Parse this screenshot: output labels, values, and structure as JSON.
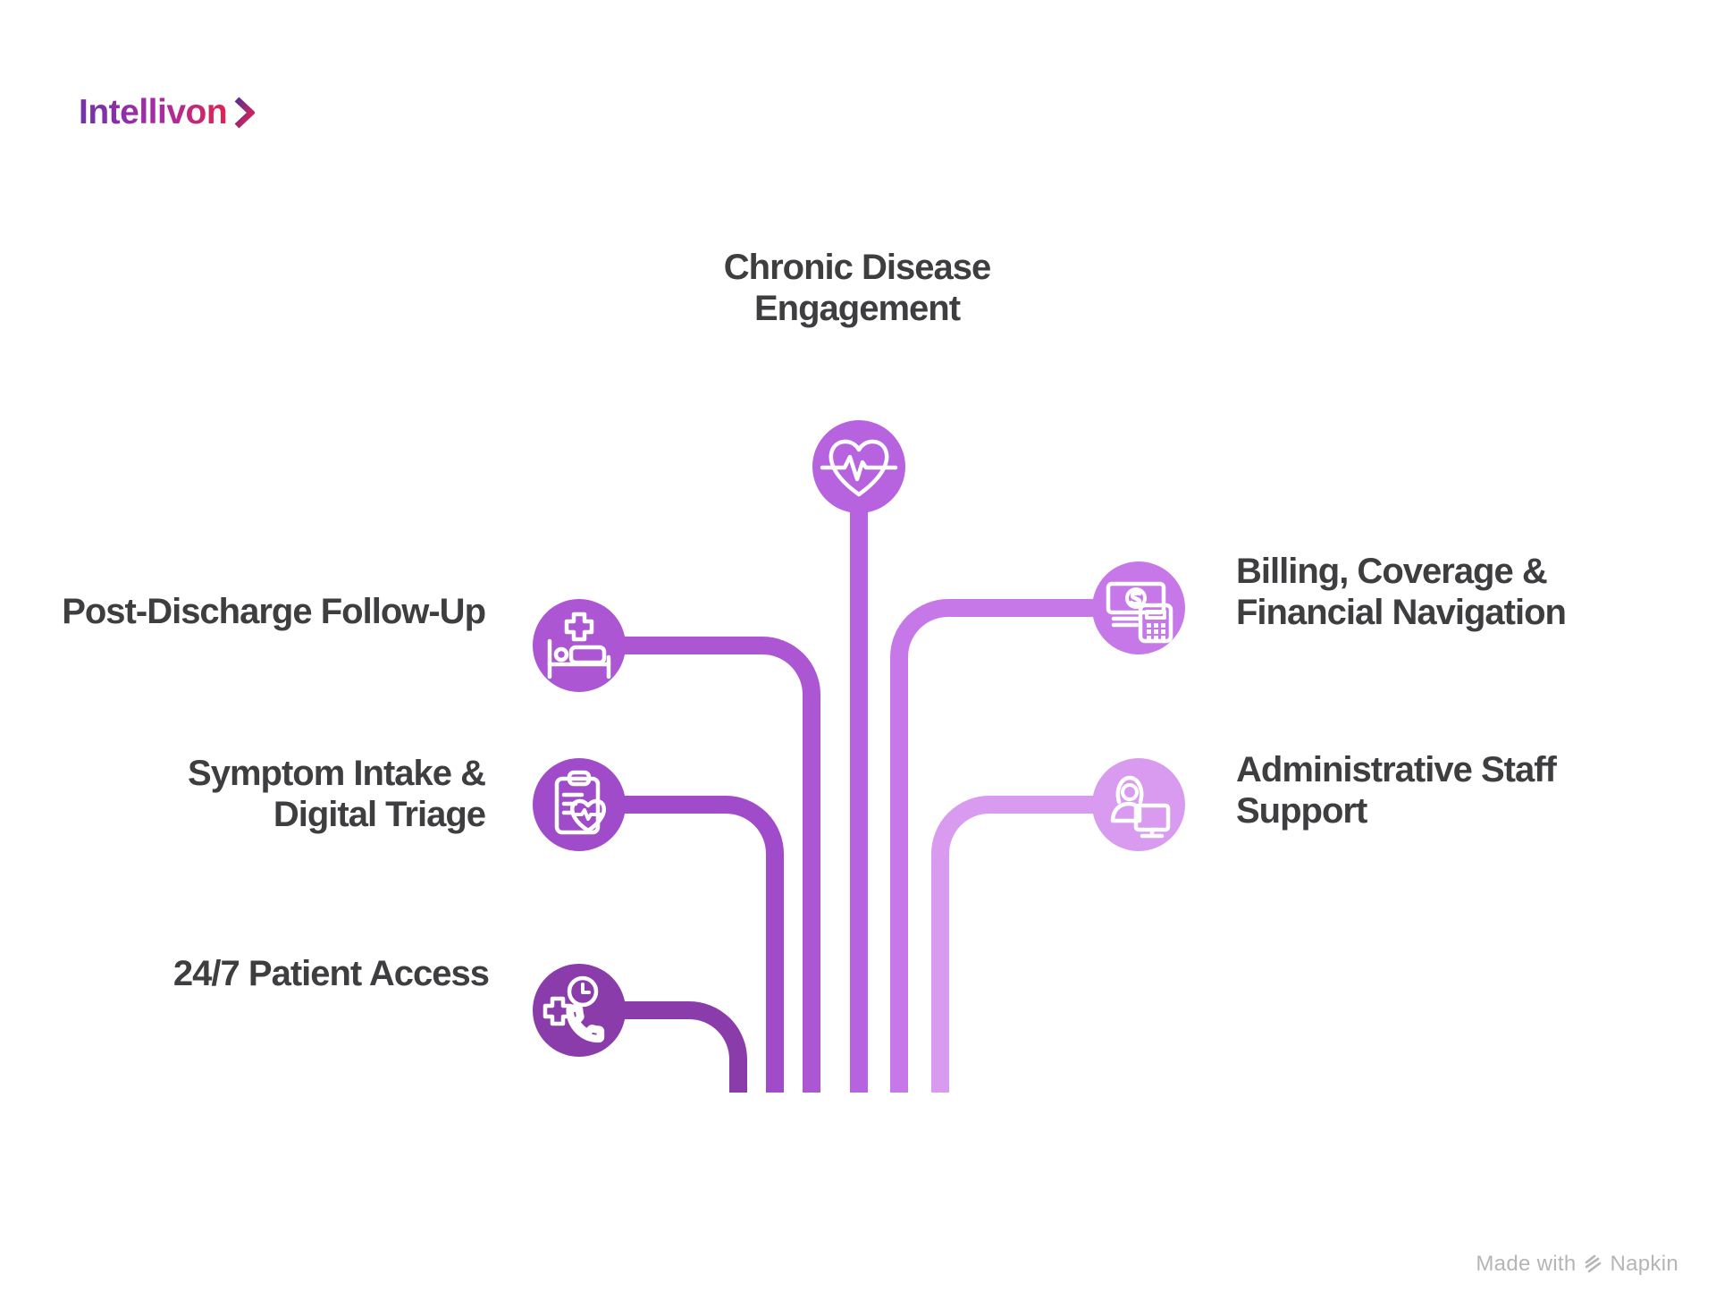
{
  "logo": {
    "text": "Intellivon",
    "chevron_icon": "chevron-right-icon",
    "gradient_from": "#6f35a9",
    "gradient_mid": "#a82ba3",
    "gradient_to": "#e02450"
  },
  "diagram": {
    "background": "#ffffff",
    "label_color": "#3e3e40",
    "nodes": [
      {
        "id": "chronic-disease-engagement",
        "lines": [
          "Chronic Disease",
          "Engagement"
        ],
        "color": "#b763e0",
        "icon": "heart-pulse-icon",
        "side": "top-center"
      },
      {
        "id": "post-discharge-follow-up",
        "lines": [
          "Post-Discharge Follow-Up"
        ],
        "color": "#ac56d4",
        "icon": "hospital-bed-cross-icon",
        "side": "left"
      },
      {
        "id": "symptom-intake-digital-triage",
        "lines": [
          "Symptom Intake &",
          "Digital Triage"
        ],
        "color": "#a04bc9",
        "icon": "clipboard-heart-icon",
        "side": "left"
      },
      {
        "id": "24-7-patient-access",
        "lines": [
          "24/7 Patient Access"
        ],
        "color": "#8a3cab",
        "icon": "phone-clock-cross-icon",
        "side": "left"
      },
      {
        "id": "billing-coverage-financial-navigation",
        "lines": [
          "Billing, Coverage &",
          "Financial Navigation"
        ],
        "color": "#c678e8",
        "icon": "money-calculator-icon",
        "side": "right"
      },
      {
        "id": "administrative-staff-support",
        "lines": [
          "Administrative Staff",
          "Support"
        ],
        "color": "#d89bf0",
        "icon": "person-monitor-icon",
        "side": "right"
      }
    ]
  },
  "footer": {
    "prefix": "Made with",
    "brand": "Napkin",
    "icon": "napkin-logo-icon",
    "color": "#b5b5b5"
  }
}
